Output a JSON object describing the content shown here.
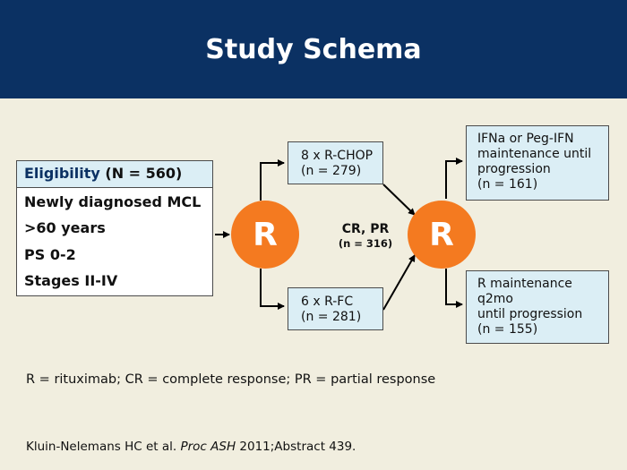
{
  "title": "Study Schema",
  "eligibility": {
    "label": "Eligibility",
    "count": "(N = 560)",
    "criteria": [
      "Newly diagnosed MCL",
      ">60 years",
      "PS 0-2",
      "Stages II-IV"
    ]
  },
  "randomization_symbol": "R",
  "induction_arms": [
    {
      "line1": "8 x R-CHOP",
      "line2": "(n = 279)"
    },
    {
      "line1": "6 x R-FC",
      "line2": "(n = 281)"
    }
  ],
  "response": {
    "label": "CR, PR",
    "count": "(n = 316)"
  },
  "maintenance_arms": [
    {
      "lines": [
        "IFNa or Peg-IFN",
        "maintenance until",
        "progression",
        "(n = 161)"
      ]
    },
    {
      "lines": [
        "R maintenance",
        "q2mo",
        "until progression",
        "(n = 155)"
      ]
    }
  ],
  "footnote": "R = rituximab; CR = complete response; PR = partial response",
  "citation": {
    "authors": "Kluin-Nelemans HC et al.",
    "journal": "Proc ASH",
    "details": "2011;Abstract 439."
  },
  "colors": {
    "header_bg": "#0b3163",
    "slide_bg": "#f1eedf",
    "box_fill": "#dbeef5",
    "circle": "#f47a20"
  }
}
